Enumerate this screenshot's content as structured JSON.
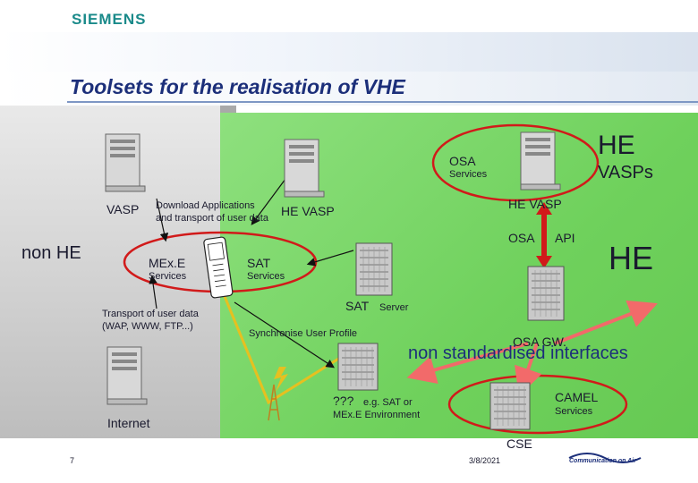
{
  "brand": "SIEMENS",
  "title": "Toolsets for the realisation of VHE",
  "labels": {
    "he_top": "HE",
    "vasps": "VASPs",
    "osa": "OSA",
    "osa_services": "Services",
    "vasp": "VASP",
    "download_apps": "Download Applications",
    "transport_user_data": "and transport of user data",
    "he_vasp_left": "HE VASP",
    "he_vasp_right": "HE VASP",
    "osa_api_osa": "OSA",
    "osa_api_api": "API",
    "non_he": "non HE",
    "mexe": "MEx.E",
    "mexe_services": "Services",
    "sat": "SAT",
    "sat_services": "Services",
    "he_mid": "HE",
    "sat_server_sat": "SAT",
    "sat_server_server": "Server",
    "transport_line1": "Transport of user data",
    "transport_line2": "(WAP, WWW, FTP...)",
    "synchronise": "Synchronise User Profile",
    "osa_gw": "OSA GW.",
    "non_std": "non standardised interfaces",
    "camel": "CAMEL",
    "camel_services": "Services",
    "qqq": "???",
    "eg_sat": "e.g. SAT or",
    "mexe_env": "MEx.E Environment",
    "internet": "Internet",
    "cse": "CSE"
  },
  "footer": {
    "page_number": "7",
    "date": "3/8/2021",
    "logo_text": "Communication on Air"
  },
  "colors": {
    "brand": "#1a8a8a",
    "title": "#1c2f7a",
    "ellipse": "#d11a1a",
    "arrow": "#f26a6a",
    "green": "#6fd15c",
    "lightning": "#e6c020"
  },
  "icons": [
    "server-tower-icon",
    "server-rack-icon",
    "mobile-phone-icon",
    "antenna-mast-icon",
    "lightning-icon"
  ]
}
